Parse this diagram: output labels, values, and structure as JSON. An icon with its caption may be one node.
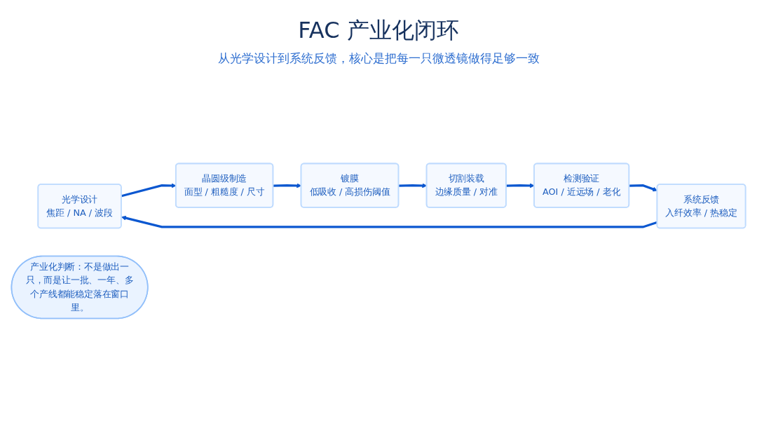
{
  "diagram": {
    "title": "FAC 产业化闭环",
    "nodes": [
      {
        "text": [
          "光学设计",
          "焦距 / NA / 波段"
        ]
      },
      {
        "text": [
          "晶圆级制造",
          "面型 / 粗糙度 / 尺寸"
        ]
      },
      {
        "text": [
          "镀膜",
          "低吸收 / 高损伤阈值"
        ]
      },
      {
        "text": [
          "切割装载",
          "边缘质量 / 对准"
        ]
      },
      {
        "text": [
          "系统反馈",
          "入纤效率 / 热稳定"
        ]
      },
      {
        "text": [
          "检测验证",
          "AOI / 近远场 / 老化"
        ]
      },
      {
        "text": [
          "产业化判断：不是做出一只，而是让一批、一年、多个产线都能稳定落在窗口里。"
        ]
      }
    ],
    "edges": [
      {
        "from": 0,
        "to": 1,
        "arrow": "to"
      },
      {
        "from": 1,
        "to": 2,
        "arrow": "to"
      },
      {
        "from": 2,
        "to": 3,
        "arrow": "to"
      },
      {
        "from": 3,
        "to": 5,
        "arrow": "to"
      },
      {
        "from": 5,
        "to": 4,
        "arrow": "to"
      },
      {
        "from": 4,
        "to": 0,
        "arrow": "to"
      }
    ],
    "labels": [
      "从光学设计到系统反馈，核心是把每一只微透镜做得足够一致"
    ]
  }
}
